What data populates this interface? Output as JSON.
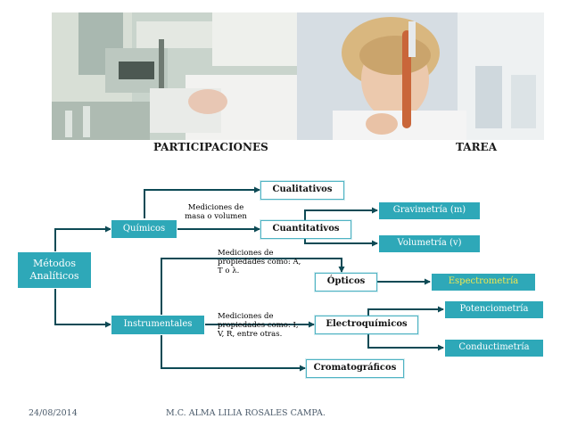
{
  "captions": {
    "participaciones": "PARTICIPACIONES",
    "tarea": "TAREA"
  },
  "diagram": {
    "root": "Métodos Analíticos",
    "quimicos": "Químicos",
    "instrumentales": "Instrumentales",
    "cualitativos": "Cualitativos",
    "cuantitativos": "Cuantitativos",
    "gravimetria": "Gravimetría (m)",
    "volumetria": "Volumetría (v)",
    "opticos": "Ópticos",
    "espectrometria": "Espectrometría",
    "electroquimicos": "Electroquímicos",
    "potenciometria": "Potenciometría",
    "conductimetria": "Conductimetría",
    "cromatograficos": "Cromatográficos"
  },
  "notes": {
    "masa_volumen": "Mediciones de masa o volumen",
    "propiedades_optica": "Mediciones de propiedades como: A, T o λ.",
    "propiedades_electro": "Mediciones de propiedades como: I, V, R, entre otras."
  },
  "footer": {
    "date": "24/08/2014",
    "author": "M.C. ALMA LILIA ROSALES CAMPA."
  },
  "colors": {
    "teal": "#2ea8b8",
    "highlight_text": "#f2e84f"
  }
}
